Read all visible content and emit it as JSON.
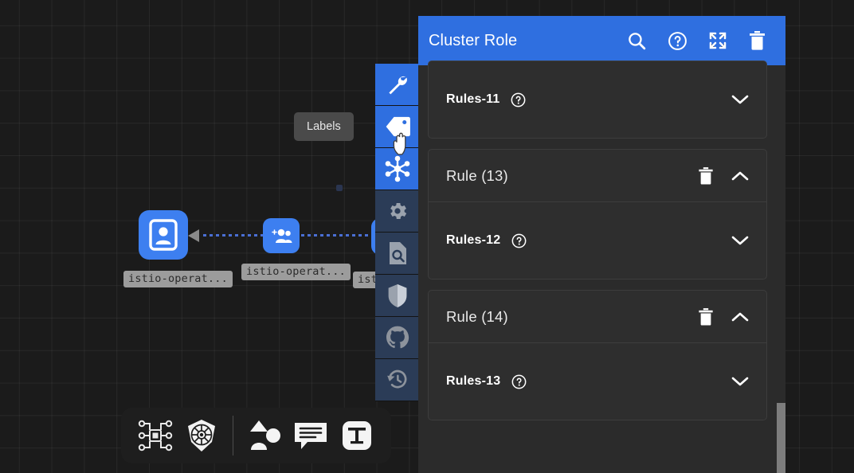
{
  "canvas": {
    "tooltip": {
      "label": "Labels"
    },
    "nodes": [
      {
        "name": "service-account-node",
        "label": "istio-operat...",
        "icon": "id-badge-icon"
      },
      {
        "name": "role-binding-node",
        "label": "istio-operat...",
        "icon": "add-people-icon"
      },
      {
        "name": "cluster-role-node",
        "label": "istio",
        "icon": "cluster-role-icon"
      }
    ]
  },
  "rail": {
    "items": [
      {
        "name": "tools-icon",
        "label": "Tools",
        "state": "active"
      },
      {
        "name": "labels-tag-icon",
        "label": "Labels",
        "state": "active"
      },
      {
        "name": "topology-icon",
        "label": "Topology",
        "state": "active"
      },
      {
        "name": "gear-icon",
        "label": "Settings",
        "state": "inactive"
      },
      {
        "name": "file-search-icon",
        "label": "Inspect",
        "state": "inactive"
      },
      {
        "name": "shield-icon",
        "label": "Security",
        "state": "inactive"
      },
      {
        "name": "github-icon",
        "label": "GitHub",
        "state": "inactive"
      },
      {
        "name": "history-icon",
        "label": "History",
        "state": "inactive"
      }
    ]
  },
  "bottombar": {
    "items": [
      {
        "name": "chip-nodes-icon",
        "label": "Infrastructure"
      },
      {
        "name": "kubernetes-icon",
        "label": "Kubernetes"
      },
      {
        "name": "user-shape-icon",
        "label": "Shapes"
      },
      {
        "name": "comment-icon",
        "label": "Comment"
      },
      {
        "name": "text-tool-icon",
        "label": "Text"
      }
    ]
  },
  "panel": {
    "title": "Cluster Role",
    "header_icons": [
      {
        "name": "search-icon",
        "label": "Search"
      },
      {
        "name": "help-icon",
        "label": "Help"
      },
      {
        "name": "expand-icon",
        "label": "Expand"
      },
      {
        "name": "trash-icon",
        "label": "Delete"
      }
    ],
    "sections": [
      {
        "kind": "rules-row",
        "name": "rules-11",
        "label": "Rules-11",
        "help": "help-icon",
        "chevron": "chevron-down-icon",
        "expanded": false
      },
      {
        "kind": "rule-card",
        "name": "rule-13",
        "title": "Rule (13)",
        "delete": "trash-icon",
        "chevron": "chevron-up-icon",
        "expanded": true,
        "child": {
          "name": "rules-12",
          "label": "Rules-12",
          "help": "help-icon",
          "chevron": "chevron-down-icon",
          "expanded": false
        }
      },
      {
        "kind": "rule-card",
        "name": "rule-14",
        "title": "Rule (14)",
        "delete": "trash-icon",
        "chevron": "chevron-up-icon",
        "expanded": true,
        "child": {
          "name": "rules-13",
          "label": "Rules-13",
          "help": "help-icon",
          "chevron": "chevron-down-icon",
          "expanded": false
        }
      }
    ]
  },
  "colors": {
    "accent": "#2f6fe0",
    "node": "#3d7ff0",
    "panel_bg": "#2b2b2b",
    "card_bg": "#2e2e2e",
    "canvas_bg": "#1b1b1b",
    "rail_inactive": "#2b3c57",
    "scrollbar": "#7d7d7d"
  }
}
